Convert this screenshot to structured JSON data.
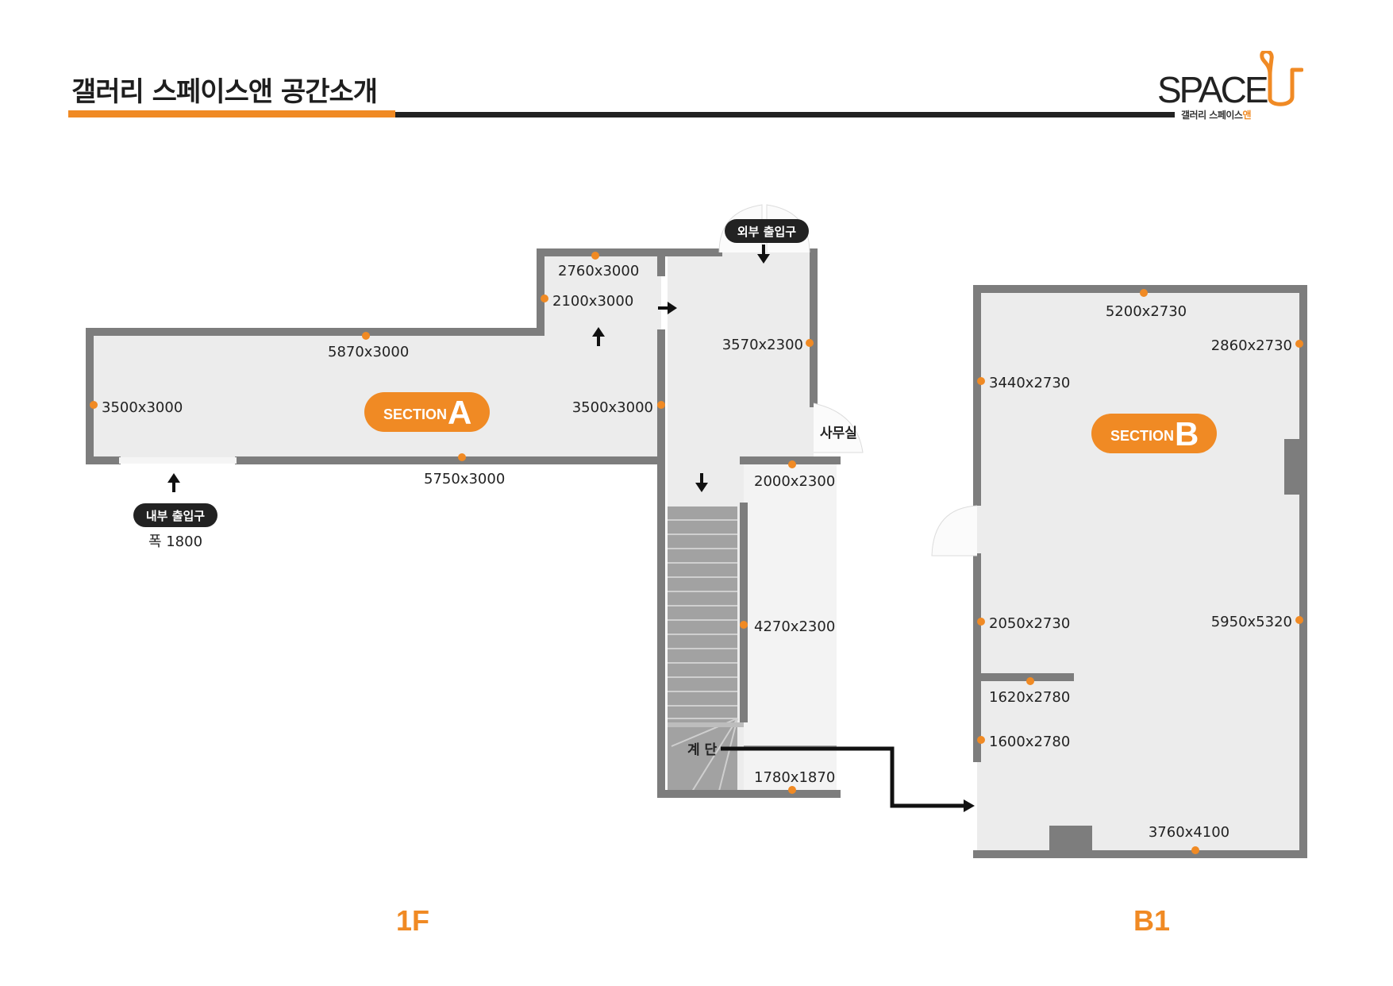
{
  "header": {
    "title": "갤러리 스페이스앤 공간소개",
    "logo_text": "SPACE",
    "logo_sub_main": "갤러리 스페이스",
    "logo_sub_accent": "앤"
  },
  "colors": {
    "accent": "#f08a24",
    "wall": "#7d7d7d",
    "floor_fill": "#ececec",
    "stairs": "#9a9a9a",
    "label_pill": "#222222"
  },
  "floor_1f": {
    "floor_label": "1F",
    "section_prefix": "SECTION",
    "section_letter": "A",
    "external_entrance": "외부 출입구",
    "internal_entrance": "내부 출입구",
    "internal_entrance_width": "폭 1800",
    "office": "사무실",
    "stairs": "계 단",
    "dims": {
      "d1": "2760x3000",
      "d2": "2100x3000",
      "d3": "5870x3000",
      "d4": "3500x3000",
      "d5": "3500x3000",
      "d6": "5750x3000",
      "d7": "3570x2300",
      "d8": "2000x2300",
      "d9": "4270x2300",
      "d10": "1780x1870"
    }
  },
  "floor_b1": {
    "floor_label": "B1",
    "section_prefix": "SECTION",
    "section_letter": "B",
    "dims": {
      "d1": "5200x2730",
      "d2": "2860x2730",
      "d3": "3440x2730",
      "d4": "2050x2730",
      "d5": "5950x5320",
      "d6": "1620x2780",
      "d7": "1600x2780",
      "d8": "3760x4100"
    }
  }
}
